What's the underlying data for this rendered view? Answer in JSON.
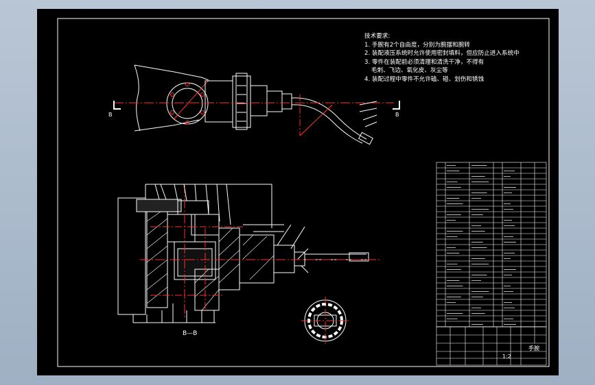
{
  "drawing": {
    "tech_req_title": "技术要求:",
    "tech_req": [
      "1. 手腕有2个自由度，分别为腕摆和腕转",
      "2. 装配液压系统时允许使用密封填料，但应防止进入系统中",
      "3. 零件在装配前必须清理和清洗干净，不得有",
      "毛刺、飞边、氧化皮、灰尘等",
      "4. 装配过程中零件不允许磕、碰、划伤和锈蚀"
    ],
    "section_marks": {
      "left": "B",
      "right": "B"
    },
    "section_label": "B—B",
    "title_block": {
      "scale_text": "1:2",
      "sheet_text": "手腕"
    }
  },
  "colors": {
    "sheet": "#000000",
    "line": "#ffffff",
    "red": "#ff2020",
    "cyan": "#00c8ff",
    "frame_bg": "#a6b6c9"
  }
}
